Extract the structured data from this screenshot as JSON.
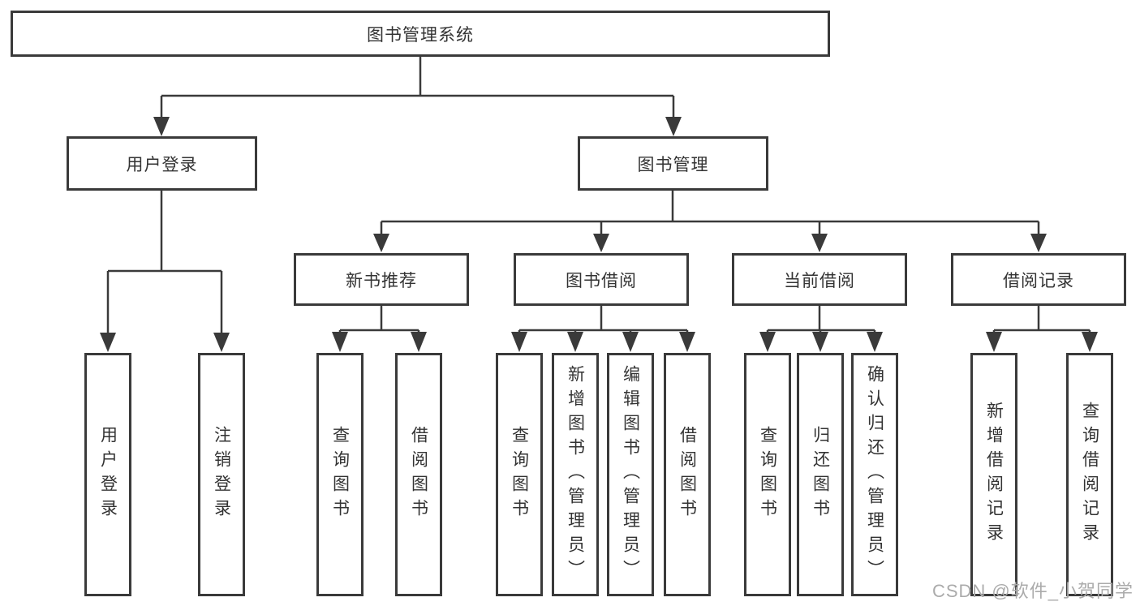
{
  "colors": {
    "line": "#3a3a3a",
    "border": "#3a3a3a",
    "text": "#333333",
    "background": "#ffffff",
    "watermark": "#ababab"
  },
  "watermark": {
    "text": "CSDN @软件_小贺同学"
  },
  "tree": {
    "label": "图书管理系统",
    "children": [
      {
        "label": "用户登录",
        "children": [
          {
            "label": "用户登录"
          },
          {
            "label": "注销登录"
          }
        ]
      },
      {
        "label": "图书管理",
        "children": [
          {
            "label": "新书推荐",
            "children": [
              {
                "label": "查询图书"
              },
              {
                "label": "借阅图书"
              }
            ]
          },
          {
            "label": "图书借阅",
            "children": [
              {
                "label": "查询图书"
              },
              {
                "label": "新增图书（管理员）"
              },
              {
                "label": "编辑图书（管理员）"
              },
              {
                "label": "借阅图书"
              }
            ]
          },
          {
            "label": "当前借阅",
            "children": [
              {
                "label": "查询图书"
              },
              {
                "label": "归还图书"
              },
              {
                "label": "确认归还（管理员）"
              }
            ]
          },
          {
            "label": "借阅记录",
            "children": [
              {
                "label": "新增借阅记录"
              },
              {
                "label": "查询借阅记录"
              }
            ]
          }
        ]
      }
    ]
  }
}
